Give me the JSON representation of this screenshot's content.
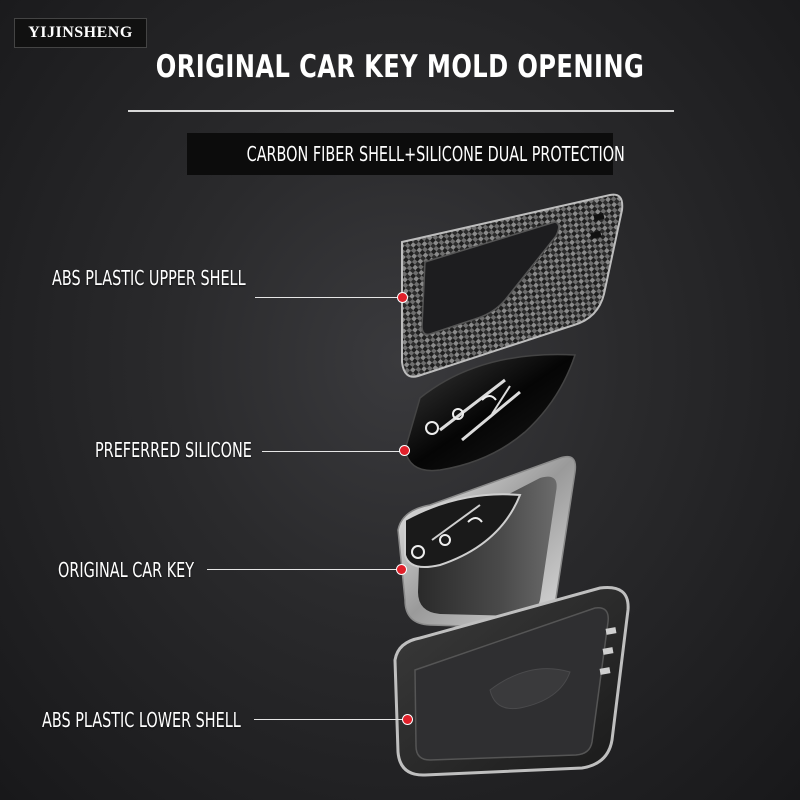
{
  "brand": "YIJINSHENG",
  "title": "ORIGINAL CAR KEY MOLD OPENING",
  "subtitle": "CARBON FIBER SHELL+SILICONE DUAL PROTECTION",
  "parts": [
    {
      "label": "ABS PLASTIC UPPER SHELL"
    },
    {
      "label": "PREFERRED SILICONE"
    },
    {
      "label": "ORIGINAL CAR KEY"
    },
    {
      "label": "ABS PLASTIC LOWER SHELL"
    }
  ],
  "colors": {
    "background": "#2a2a2c",
    "accent_dot": "#e0202a",
    "text": "#ffffff"
  }
}
